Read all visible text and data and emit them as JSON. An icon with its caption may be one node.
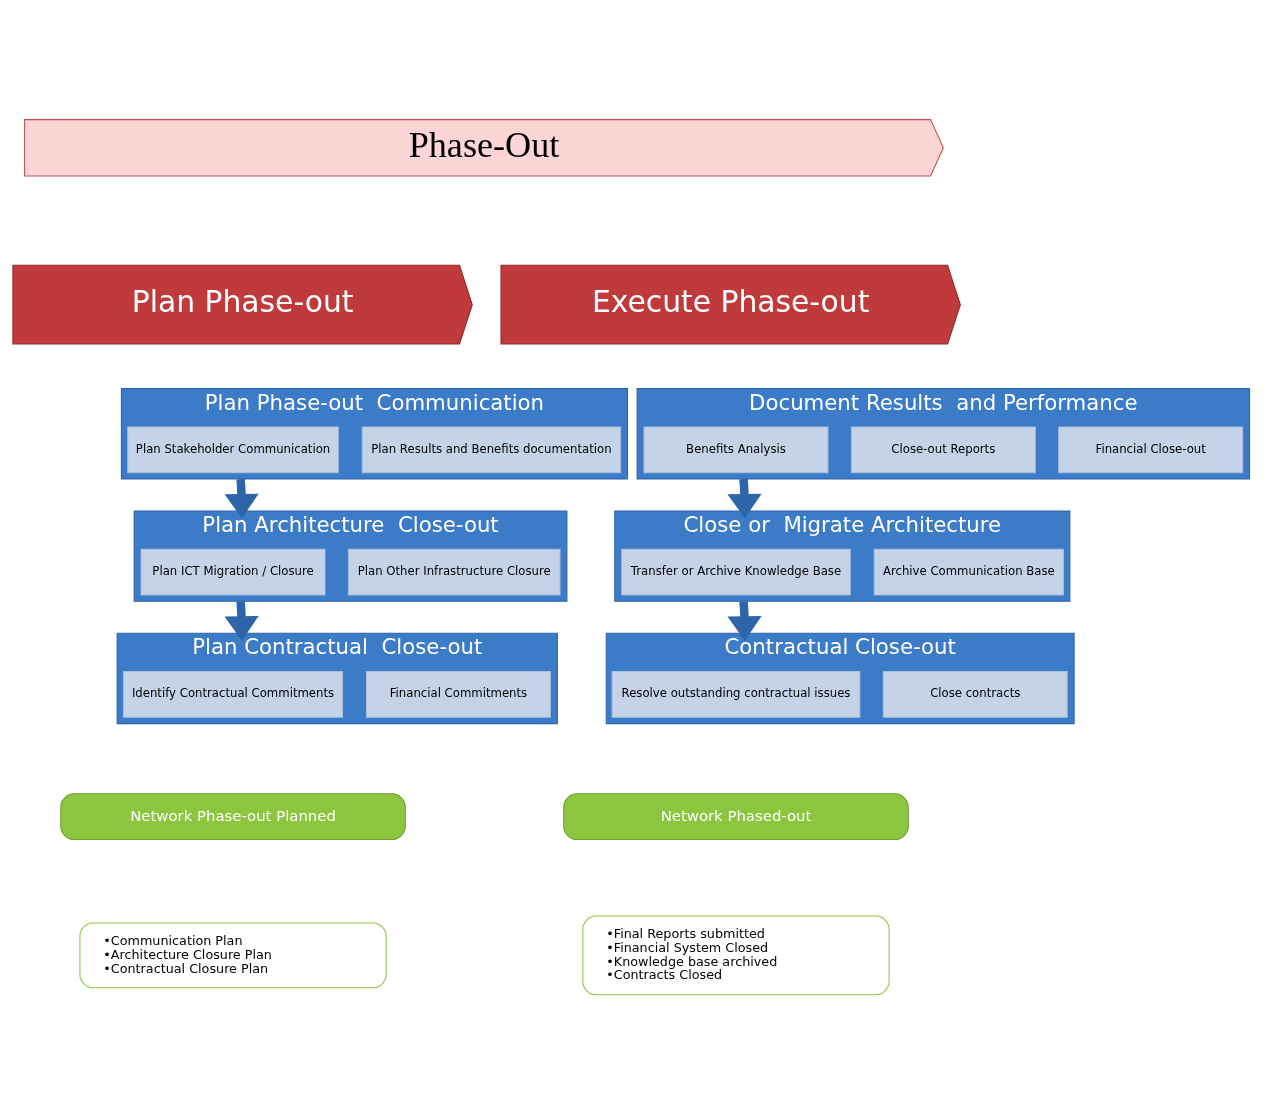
{
  "diagram": {
    "nodes": [
      {
        "text": [
          "Phase-Out"
        ]
      },
      {
        "text": [
          "Plan Phase-out"
        ]
      },
      {
        "text": [
          "Execute Phase-out"
        ]
      },
      {
        "text": [
          "Plan Phase-out  Communication"
        ]
      },
      {
        "text": [
          "Plan Stakeholder Communication"
        ],
        "in": 3
      },
      {
        "text": [
          "Plan Results and Benefits documentation"
        ],
        "in": 3
      },
      {
        "text": [
          "Plan Architecture  Close-out"
        ]
      },
      {
        "text": [
          "Plan ICT Migration / Closure"
        ],
        "in": 6
      },
      {
        "text": [
          "Plan Other Infrastructure Closure"
        ],
        "in": 6
      },
      {
        "text": [
          "Plan Contractual  Close-out"
        ]
      },
      {
        "text": [
          "Identify Contractual Commitments"
        ],
        "in": 9
      },
      {
        "text": [
          "Financial Commitments"
        ],
        "in": 9
      },
      {
        "text": [
          "Network Phase-out Planned"
        ]
      },
      {
        "text": [
          "•Communication Plan",
          "•Architecture Closure Plan",
          "•Contractual Closure Plan"
        ]
      },
      {
        "text": [
          "Document Results  and Performance"
        ]
      },
      {
        "text": [
          "Benefits Analysis"
        ],
        "in": 14
      },
      {
        "text": [
          "Close-out Reports"
        ],
        "in": 14
      },
      {
        "text": [
          "Financial Close-out"
        ],
        "in": 14
      },
      {
        "text": [
          "Close or  Migrate Architecture"
        ]
      },
      {
        "text": [
          "Transfer or Archive Knowledge Base"
        ],
        "in": 18
      },
      {
        "text": [
          "Archive Communication Base"
        ],
        "in": 18
      },
      {
        "text": [
          "Contractual Close-out"
        ]
      },
      {
        "text": [
          "Resolve outstanding contractual issues"
        ],
        "in": 21
      },
      {
        "text": [
          "Close contracts"
        ],
        "in": 21
      },
      {
        "text": [
          "Network Phased-out"
        ]
      },
      {
        "text": [
          "•Final Reports submitted",
          "•Financial System Closed",
          "•Knowledge base archived",
          "•Contracts Closed"
        ]
      }
    ],
    "edges": [
      {
        "from": 3,
        "to": 6,
        "arrow": "to"
      },
      {
        "from": 6,
        "to": 9,
        "arrow": "to"
      },
      {
        "from": 14,
        "to": 18,
        "arrow": "to"
      },
      {
        "from": 18,
        "to": 21,
        "arrow": "to"
      }
    ]
  }
}
